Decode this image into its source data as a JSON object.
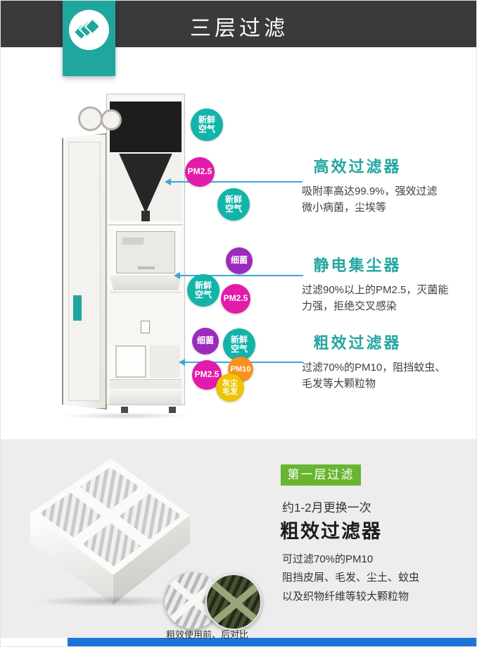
{
  "header": {
    "title": "三层过滤"
  },
  "colors": {
    "header_bg": "#3a3a3a",
    "brand_teal": "#1fa79e",
    "heading_teal": "#23a6a0",
    "arrow_blue": "#3ba7dc",
    "badge_fresh": "#14b3a9",
    "badge_pm25": "#e31bab",
    "badge_germ": "#9c2bbd",
    "badge_pm10": "#f6921e",
    "badge_dust": "#eec500",
    "layer_badge_green": "#68b52f",
    "bottom_bar_blue": "#1b74d6",
    "bottom_bg": "#ededed"
  },
  "diagram": {
    "badges": [
      {
        "label": "新鲜\n空气",
        "type": "fresh-air"
      },
      {
        "label": "PM2.5",
        "type": "pm25"
      },
      {
        "label": "新鲜\n空气",
        "type": "fresh-air"
      },
      {
        "label": "细菌",
        "type": "germ"
      },
      {
        "label": "新鲜\n空气",
        "type": "fresh-air"
      },
      {
        "label": "PM2.5",
        "type": "pm25"
      },
      {
        "label": "细菌",
        "type": "germ"
      },
      {
        "label": "新鲜\n空气",
        "type": "fresh-air"
      },
      {
        "label": "PM2.5",
        "type": "pm25"
      },
      {
        "label": "PM10",
        "type": "pm10"
      },
      {
        "label": "灰尘\n毛发",
        "type": "dust-hair"
      }
    ],
    "callouts": [
      {
        "title": "高效过滤器",
        "body": "吸附率高达99.9%，强效过滤\n微小病菌，尘埃等"
      },
      {
        "title": "静电集尘器",
        "body": "过滤90%以上的PM2.5，灭菌能\n力强，拒绝交叉感染"
      },
      {
        "title": "粗效过滤器",
        "body": "过滤70%的PM10，阻挡蚊虫、\n毛发等大颗粒物"
      }
    ]
  },
  "bottom": {
    "layer_badge": "第一层过滤",
    "replace_note": "约1-2月更换一次",
    "filter_title": "粗效过滤器",
    "description": "可过滤70%的PM10\n阻挡皮屑、毛发、尘土、蚊虫\n以及织物纤维等较大颗粒物",
    "compare_caption": "粗效使用前、后对比"
  }
}
